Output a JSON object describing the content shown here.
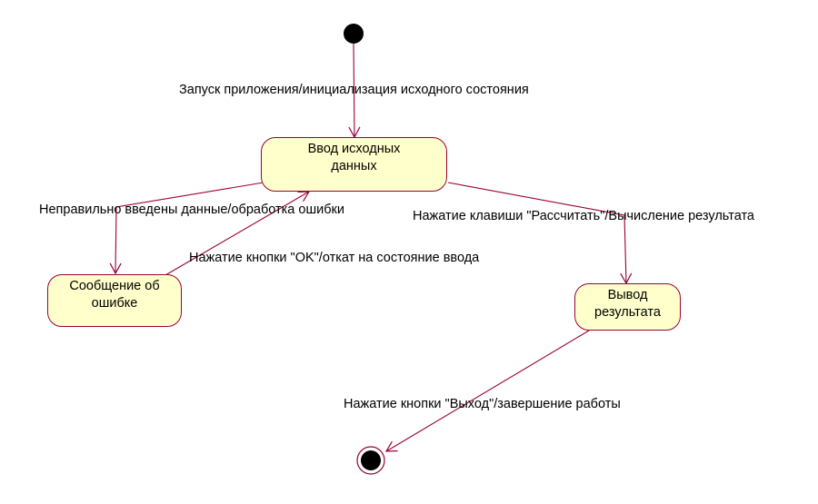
{
  "colors": {
    "transition_line": "#99003a",
    "state_fill": "#ffffcc",
    "state_border": "#99003a",
    "pseudo_state": "#000000"
  },
  "states": {
    "input": {
      "line1": "Ввод исходных",
      "line2": "данных"
    },
    "error": {
      "line1": "Сообщение об",
      "line2": "ошибке"
    },
    "output": {
      "line1": "Вывод",
      "line2": "результата"
    }
  },
  "transitions": {
    "start": "Запуск приложения/инициализация исходного состояния",
    "invalid_input": "Неправильно введены данные/обработка ошибки",
    "ok_pressed": "Нажатие кнопки \"OK\"/откат на состояние ввода",
    "calculate": "Нажатие клавиши \"Рассчитать\"/Вычисление результата",
    "exit": "Нажатие кнопки \"Выход\"/завершение работы"
  }
}
